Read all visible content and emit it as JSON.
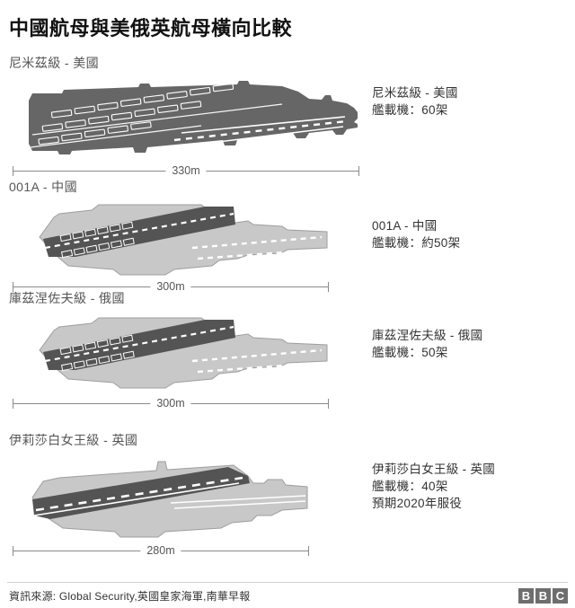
{
  "title": "中國航母與美俄英航母橫向比較",
  "ships": [
    {
      "heading": "尼米茲級 - 美國",
      "info": [
        "尼米茲級 - 美國",
        "艦載機：60架"
      ],
      "length_label": "330m",
      "length_m": 330,
      "style": "dark"
    },
    {
      "heading": "001A - 中國",
      "info": [
        "001A - 中國",
        "艦載機：約50架"
      ],
      "length_label": "300m",
      "length_m": 300,
      "style": "light"
    },
    {
      "heading": "庫茲涅佐夫級 - 俄國",
      "info": [
        "庫茲涅佐夫級 - 俄國",
        "艦載機：50架"
      ],
      "length_label": "300m",
      "length_m": 300,
      "style": "light"
    },
    {
      "heading": "伊莉莎白女王級 - 英國",
      "info": [
        "伊莉莎白女王級 - 英國",
        "艦載機：40架",
        "預期2020年服役"
      ],
      "length_label": "280m",
      "length_m": 280,
      "style": "light"
    }
  ],
  "footer": {
    "source": "資訊來源: Global Security,英國皇家海軍,南華早報",
    "logo": [
      "B",
      "B",
      "C"
    ]
  },
  "colors": {
    "hull_dark": "#666666",
    "hull_light": "#c8c8c8",
    "deck_dark": "#545454",
    "marking": "#ffffff",
    "rule": "#8a8a8a",
    "text": "#333333"
  }
}
